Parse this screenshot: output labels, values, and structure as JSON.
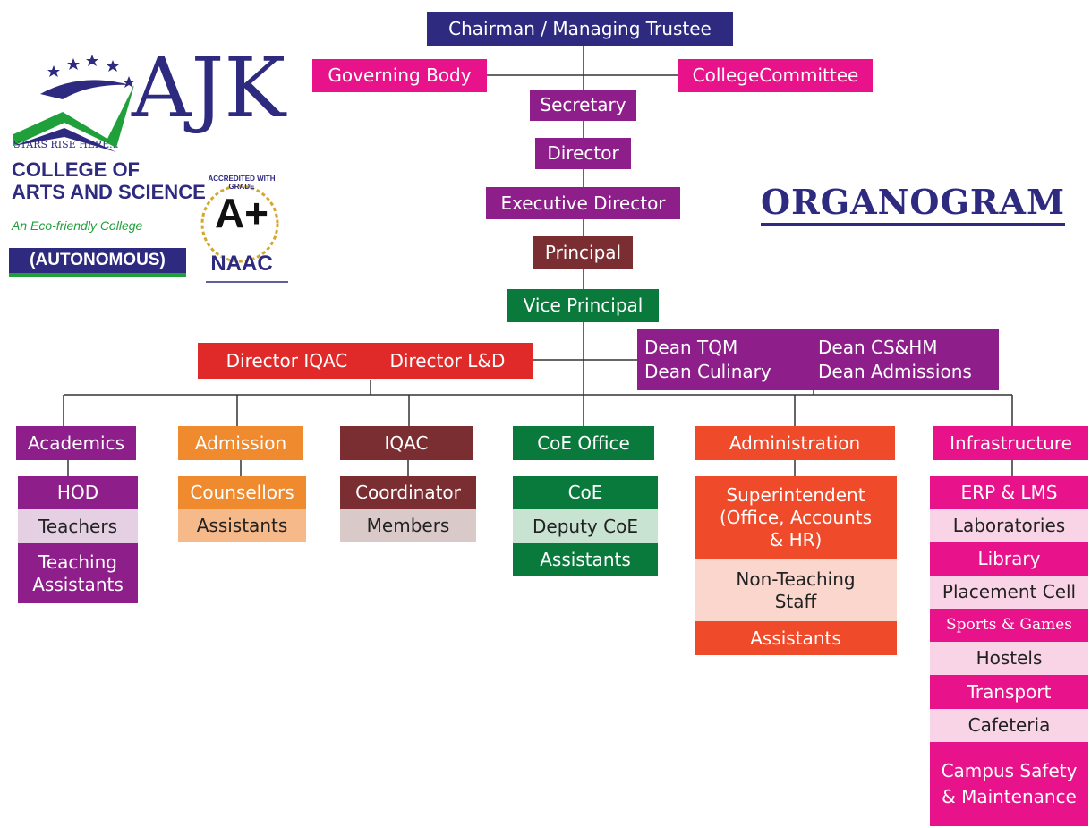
{
  "title": "ORGANOGRAM",
  "logo": {
    "brand": "AJK",
    "tagline": "STARS RISE HERE...",
    "college_line1": "COLLEGE OF",
    "college_line2": "ARTS AND SCIENCE",
    "eco": "An Eco-friendly College",
    "autonomous": "(AUTONOMOUS)",
    "badge_arc": "ACCREDITED WITH GRADE",
    "grade": "A+",
    "naac": "NAAC"
  },
  "hierarchy": {
    "chairman": "Chairman / Managing Trustee",
    "governing_body": "Governing Body",
    "college_committee": "CollegeCommittee",
    "secretary": "Secretary",
    "director": "Director",
    "executive_director": "Executive Director",
    "principal": "Principal",
    "vice_principal": "Vice Principal",
    "director_iqac": "Director IQAC",
    "director_ld": "Director L&D",
    "deans": [
      "Dean TQM",
      "Dean CS&HM",
      "Dean Culinary",
      "Dean Admissions"
    ]
  },
  "departments": {
    "academics": {
      "head": "Academics",
      "items": [
        "HOD",
        "Teachers",
        "Teaching Assistants"
      ]
    },
    "admission": {
      "head": "Admission",
      "items": [
        "Counsellors",
        "Assistants"
      ]
    },
    "iqac": {
      "head": "IQAC",
      "items": [
        "Coordinator",
        "Members"
      ]
    },
    "coe": {
      "head": "CoE Office",
      "items": [
        "CoE",
        "Deputy CoE",
        "Assistants"
      ]
    },
    "administration": {
      "head": "Administration",
      "items": [
        "Superintendent (Office, Accounts & HR)",
        "Non-Teaching Staff",
        "Assistants"
      ]
    },
    "infrastructure": {
      "head": "Infrastructure",
      "items": [
        "ERP & LMS",
        "Laboratories",
        "Library",
        "Placement Cell",
        "Sports & Games",
        "Hostels",
        "Transport",
        "Cafeteria",
        "Campus Safety & Maintenance"
      ]
    }
  },
  "colors": {
    "navy": "#2e2a7f",
    "magenta": "#e8138a",
    "purple": "#8e1f8a",
    "maroon": "#7a2e32",
    "green": "#0a7a3c",
    "red": "#e02a2a",
    "orange": "#f08a2e",
    "orange_red": "#ef4a2a",
    "light_pink": "#f9d3e6",
    "light_lavender": "#e4cfe3",
    "peach": "#f6b98a",
    "light_maroon": "#d9c9c8",
    "light_green": "#c8e3d2",
    "light_salmon": "#fad6cc"
  }
}
